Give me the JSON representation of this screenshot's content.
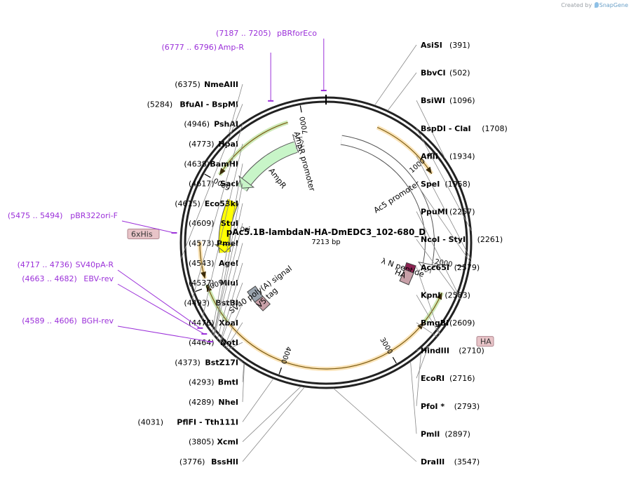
{
  "credit": {
    "prefix": "Created by",
    "brand": "SnapGene"
  },
  "plasmid": {
    "name": "pAc5.1B-lambdaN-HA-DmEDC3_102-680_D",
    "length_label": "7213 bp",
    "length": 7213
  },
  "ticks": [
    {
      "label": "1000",
      "pos": 1000
    },
    {
      "label": "2000",
      "pos": 2000
    },
    {
      "label": "3000",
      "pos": 3000
    },
    {
      "label": "4000",
      "pos": 4000
    },
    {
      "label": "5000",
      "pos": 5000
    },
    {
      "label": "6000",
      "pos": 6000
    },
    {
      "label": "7000",
      "pos": 7000
    }
  ],
  "features": [
    {
      "name": "Ac5 promoter",
      "start": 170,
      "end": 2130,
      "type": "promoter",
      "color": "#ffffff"
    },
    {
      "name": "λ N peptide",
      "start": 2140,
      "end": 2200,
      "type": "protein",
      "color": "#8b2252"
    },
    {
      "name": "HA",
      "start": 2250,
      "end": 2280,
      "type": "tag",
      "color": "#c8a0a8"
    },
    {
      "name": "V5 tag",
      "start": 4520,
      "end": 4565,
      "type": "tag",
      "color": "#c8a0a8"
    },
    {
      "name": "SV40 poly(A) signal",
      "start": 4620,
      "end": 4760,
      "type": "polyA",
      "color": "#9aa4ae"
    },
    {
      "name": "ori",
      "start": 5300,
      "end": 5890,
      "type": "origin",
      "color": "#ffff00"
    },
    {
      "name": "AmpR",
      "start": 6070,
      "end": 6860,
      "type": "cds",
      "color": "#c8f5c8"
    },
    {
      "name": "AmpR promoter",
      "start": 6860,
      "end": 6960,
      "type": "promoter",
      "color": "#ffffff"
    }
  ],
  "orfs": [
    {
      "start": 480,
      "end": 1140,
      "color": "#f0b030",
      "dir": "cw"
    },
    {
      "start": 2270,
      "end": 2580,
      "color": "#70c030",
      "dir": "ccw"
    },
    {
      "start": 2590,
      "end": 4600,
      "color": "#f0b030",
      "dir": "ccw"
    },
    {
      "start": 4630,
      "end": 5020,
      "color": "#70c030",
      "dir": "cw"
    },
    {
      "start": 5080,
      "end": 5420,
      "color": "#f0b030",
      "dir": "ccw"
    },
    {
      "start": 6060,
      "end": 6860,
      "color": "#70c030",
      "dir": "ccw"
    }
  ],
  "sites": [
    {
      "name": "AsiSI",
      "pos": 391,
      "num": "(391)",
      "side": "right"
    },
    {
      "name": "BbvCI",
      "pos": 502,
      "num": "(502)",
      "side": "right"
    },
    {
      "name": "BsiWI",
      "pos": 1096,
      "num": "(1096)",
      "side": "right"
    },
    {
      "name": "BspDI - ClaI",
      "pos": 1708,
      "num": "(1708)",
      "side": "right"
    },
    {
      "name": "AflII",
      "pos": 1934,
      "num": "(1934)",
      "side": "right"
    },
    {
      "name": "SpeI",
      "pos": 1958,
      "num": "(1958)",
      "side": "right"
    },
    {
      "name": "PpuMI",
      "pos": 2257,
      "num": "(2257)",
      "side": "right"
    },
    {
      "name": "NcoI - StyI",
      "pos": 2261,
      "num": "(2261)",
      "side": "right"
    },
    {
      "name": "Acc65I",
      "pos": 2579,
      "num": "(2579)",
      "side": "right"
    },
    {
      "name": "KpnI",
      "pos": 2583,
      "num": "(2583)",
      "side": "right"
    },
    {
      "name": "BmgBI",
      "pos": 2609,
      "num": "(2609)",
      "side": "right"
    },
    {
      "name": "HindIII",
      "pos": 2710,
      "num": "(2710)",
      "side": "right"
    },
    {
      "name": "EcoRI",
      "pos": 2716,
      "num": "(2716)",
      "side": "right"
    },
    {
      "name": "PfoI *",
      "pos": 2793,
      "num": "(2793)",
      "side": "right"
    },
    {
      "name": "PmlI",
      "pos": 2897,
      "num": "(2897)",
      "side": "right"
    },
    {
      "name": "DraIII",
      "pos": 3547,
      "num": "(3547)",
      "side": "right"
    },
    {
      "name": "BssHII",
      "pos": 3776,
      "num": "(3776)",
      "side": "left"
    },
    {
      "name": "XcmI",
      "pos": 3805,
      "num": "(3805)",
      "side": "left"
    },
    {
      "name": "PflFI - Tth111I",
      "pos": 4031,
      "num": "(4031)",
      "side": "left"
    },
    {
      "name": "NheI",
      "pos": 4289,
      "num": "(4289)",
      "side": "left"
    },
    {
      "name": "BmtI",
      "pos": 4293,
      "num": "(4293)",
      "side": "left"
    },
    {
      "name": "BstZ17I",
      "pos": 4373,
      "num": "(4373)",
      "side": "left"
    },
    {
      "name": "NotI",
      "pos": 4464,
      "num": "(4464)",
      "side": "left"
    },
    {
      "name": "XbaI",
      "pos": 4476,
      "num": "(4476)",
      "side": "left"
    },
    {
      "name": "BstBI",
      "pos": 4493,
      "num": "(4493)",
      "side": "left"
    },
    {
      "name": "MluI",
      "pos": 4537,
      "num": "(4537)",
      "side": "left"
    },
    {
      "name": "AgeI",
      "pos": 4543,
      "num": "(4543)",
      "side": "left"
    },
    {
      "name": "PmeI",
      "pos": 4573,
      "num": "(4573)",
      "side": "left"
    },
    {
      "name": "StuI",
      "pos": 4609,
      "num": "(4609)",
      "side": "left"
    },
    {
      "name": "Eco53kI",
      "pos": 4615,
      "num": "(4615)",
      "side": "left"
    },
    {
      "name": "SacI",
      "pos": 4617,
      "num": "(4617)",
      "side": "left"
    },
    {
      "name": "BamHI",
      "pos": 4638,
      "num": "(4638)",
      "side": "left"
    },
    {
      "name": "HpaI",
      "pos": 4773,
      "num": "(4773)",
      "side": "left"
    },
    {
      "name": "PshAI",
      "pos": 4946,
      "num": "(4946)",
      "side": "left"
    },
    {
      "name": "BfuAI - BspMI",
      "pos": 5284,
      "num": "(5284)",
      "side": "left"
    },
    {
      "name": "NmeAIII",
      "pos": 6375,
      "num": "(6375)",
      "side": "left"
    }
  ],
  "primers": [
    {
      "name": "pBRforEco",
      "range": "(7187 .. 7205)",
      "pos": 7196
    },
    {
      "name": "Amp-R",
      "range": "(6777 .. 6796)",
      "pos": 6786
    },
    {
      "name": "pBR322ori-F",
      "range": "(5475 .. 5494)",
      "pos": 5484
    },
    {
      "name": "SV40pA-R",
      "range": "(4717 .. 4736)",
      "pos": 4726
    },
    {
      "name": "EBV-rev",
      "range": "(4663 .. 4682)",
      "pos": 4672
    },
    {
      "name": "BGH-rev",
      "range": "(4589 .. 4606)",
      "pos": 4597
    }
  ],
  "badges": [
    {
      "label": "HA",
      "anchor": "HindIII"
    },
    {
      "label": "6xHis",
      "anchor": "PmeI"
    }
  ]
}
